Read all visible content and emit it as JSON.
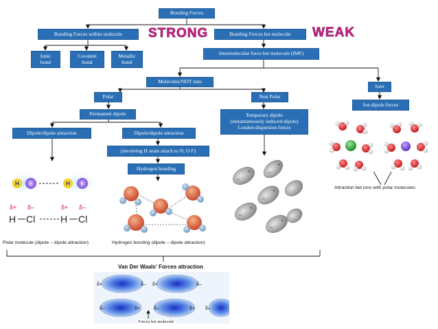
{
  "boxes": {
    "bonding_forces": "Bonding Forces",
    "within_molecule": "Bonding Forces within molecule",
    "bet_molecule": "Bonding Forces bet molecule",
    "ionic": "Ionic\nbond",
    "covalent": "Covalent\nbond",
    "metallic": "Metallic\nbond",
    "imf": "Intermolecular force bet molecule (IMF)",
    "molecules": "Molecules/NOT ions",
    "ions": "Ions",
    "polar": "Polar",
    "non_polar": "Non Polar",
    "ion_dipole": "Ion dipole forces",
    "permanent_dipole": "Permanent dipole",
    "temporary_dipole": "Temporary dipole\n(instantaneously induced dipole)\nLondon dispersion forces",
    "dd_left": "Dipole/dipole attraction",
    "dd_right": "Dipole/dipole attraction",
    "h_atom": "(involving H atom attach to N, O F)",
    "hydrogen_bonding": "Hydrogen bonding"
  },
  "labels": {
    "strong": "STRONG",
    "weak": "WEAK",
    "polar_caption": "Polar molecule (dipole – dipole attraction)",
    "hbond_caption": "Hydrogen bonding (dipole – dipole attraction)",
    "ion_caption": "Attraction bet ions with polar molecules",
    "vdw_title": "Van Der Waals' Forces attraction",
    "forces_bet_molecule": "Forces bet molecule"
  },
  "figure_text": {
    "hi_h": "H",
    "hi_i": "I",
    "hcl_h1": "H",
    "hcl_cl1": "Cl",
    "hcl_h2": "H",
    "hcl_cl2": "Cl",
    "delta_plus": "δ+",
    "delta_minus": "δ–",
    "plus": "+",
    "minus": "–"
  },
  "colors": {
    "box_fill": "#2a6fb5",
    "accent": "#d0218c",
    "line": "#111111"
  }
}
